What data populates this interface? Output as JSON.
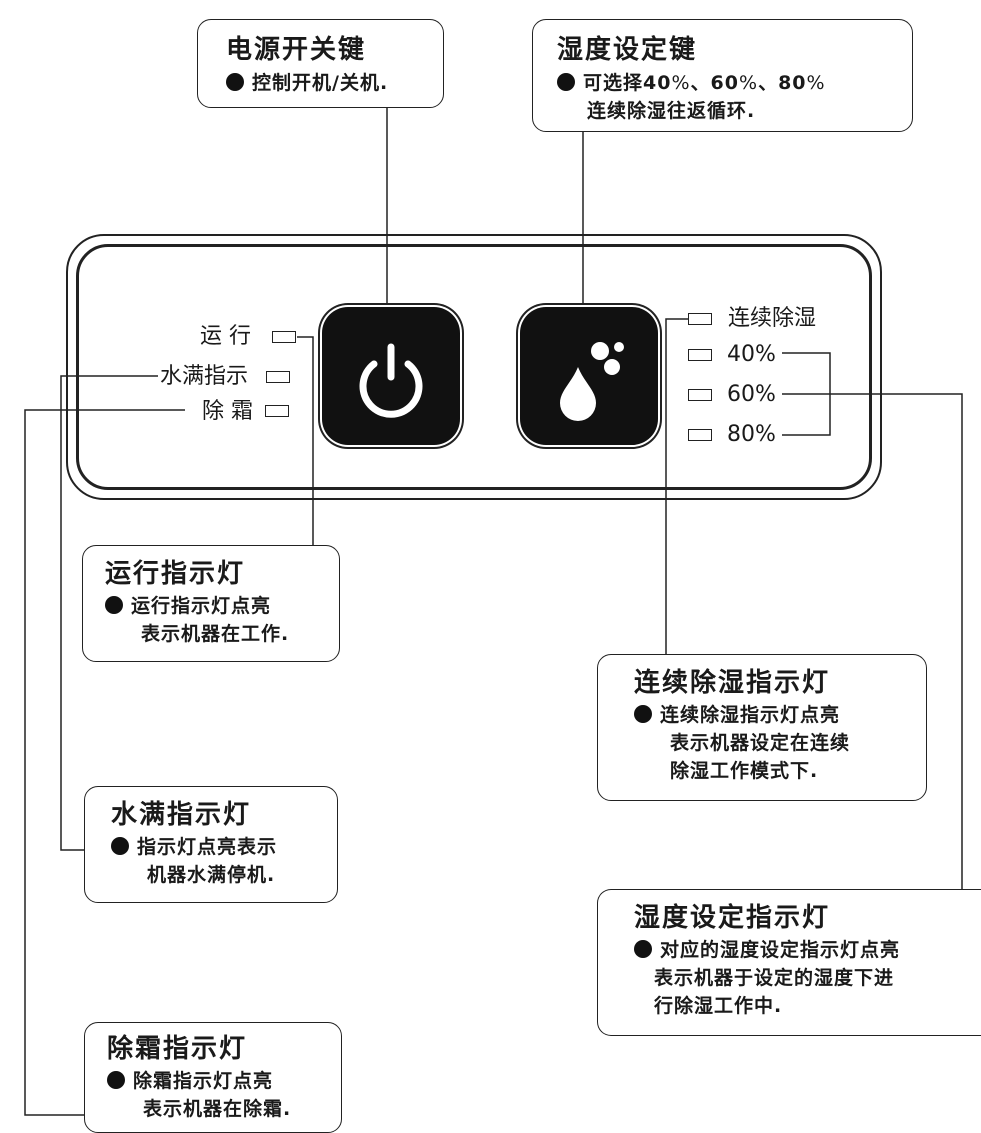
{
  "power_callout": {
    "title": "电源开关键",
    "line1": "控制开机/关机."
  },
  "humidity_callout": {
    "title": "湿度设定键",
    "line1_prefix": "可选择",
    "v1": "40",
    "v2": "60",
    "v3": "80",
    "pct": "%",
    "sep": "、",
    "line2": "连续除湿往返循环."
  },
  "panel": {
    "left_labels": [
      "运 行",
      "水满指示",
      "除 霜"
    ],
    "right_labels": [
      "连续除湿",
      "40%",
      "60%",
      "80%"
    ]
  },
  "run_callout": {
    "title": "运行指示灯",
    "line1": "运行指示灯点亮",
    "line2": "表示机器在工作."
  },
  "water_callout": {
    "title": "水满指示灯",
    "line1": "指示灯点亮表示",
    "line2": "机器水满停机."
  },
  "defrost_callout": {
    "title": "除霜指示灯",
    "line1": "除霜指示灯点亮",
    "line2": "表示机器在除霜."
  },
  "continuous_callout": {
    "title": "连续除湿指示灯",
    "line1": "连续除湿指示灯点亮",
    "line2": "表示机器设定在连续",
    "line3": "除湿工作模式下."
  },
  "humidity_ind_callout": {
    "title": "湿度设定指示灯",
    "line1": "对应的湿度设定指示灯点亮",
    "line2": "表示机器于设定的湿度下进",
    "line3": "行除湿工作中."
  }
}
